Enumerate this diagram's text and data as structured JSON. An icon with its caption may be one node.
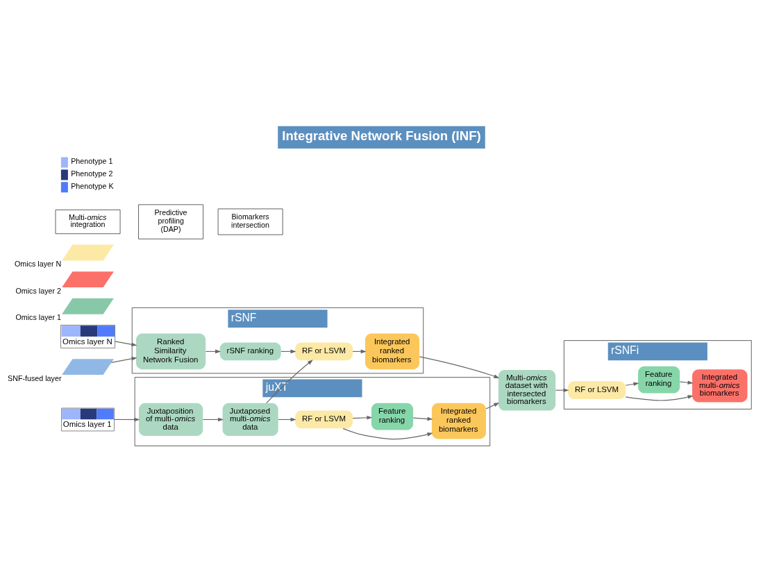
{
  "diagram": {
    "title": "Integrative Network Fusion (INF)",
    "nodes": [
      {
        "text": [
          "juXT"
        ]
      },
      {
        "text": [
          "Juxtaposition of multi-*omics* data"
        ],
        "in": 0
      },
      {
        "text": [
          "Juxtaposed multi-*omics* data"
        ],
        "in": 0
      },
      {
        "text": [
          "RF or LSVM"
        ],
        "in": 0
      },
      {
        "text": [
          "Integrated ranked biomarkers"
        ],
        "in": 0
      },
      {
        "text": [
          "Feature ranking"
        ],
        "in": 0
      },
      {
        "text": [
          "rSNF"
        ]
      },
      {
        "text": [
          "Ranked Similarity Network Fusion"
        ],
        "in": 6
      },
      {
        "text": [
          "rSNF ranking"
        ],
        "in": 6
      },
      {
        "text": [
          "RF or LSVM"
        ],
        "in": 6
      },
      {
        "text": [
          "Integrated ranked biomarkers"
        ],
        "in": 6
      },
      {
        "text": [
          "Multi-*omics* dataset with intersected biomarkers"
        ]
      },
      {
        "text": [
          "rSNFi"
        ]
      },
      {
        "text": [
          "RF or LSVM"
        ],
        "in": 12
      },
      {
        "text": [
          "Integrated multi-*omics* biomarkers"
        ],
        "in": 12
      },
      {
        "text": [
          "Feature ranking"
        ],
        "in": 12
      },
      {
        "text": [
          "Omics layer 1"
        ]
      },
      {
        "text": [
          "Omics layer N"
        ]
      },
      {
        "text": [],
        "shape": "picture",
        "beside": [
          "Omics layer 1"
        ]
      },
      {
        "text": [],
        "shape": "picture",
        "beside": [
          "Omics layer 2"
        ]
      },
      {
        "text": [],
        "shape": "picture",
        "beside": [
          "Omics layer N"
        ]
      },
      {
        "text": [],
        "shape": "picture",
        "beside": [
          "SNF-fused layer"
        ]
      }
    ],
    "edges": [
      {
        "from": 16,
        "to": 1,
        "arrow": "to"
      },
      {
        "from": 1,
        "to": 2,
        "arrow": "to"
      },
      {
        "from": 2,
        "to": 3,
        "arrow": "to"
      },
      {
        "from": 3,
        "to": 5,
        "arrow": "to"
      },
      {
        "from": 5,
        "to": 4,
        "arrow": "to"
      },
      {
        "from": 3,
        "to": 4,
        "arrow": "to"
      },
      {
        "from": 4,
        "to": 11,
        "arrow": "to"
      },
      {
        "from": 17,
        "to": 7,
        "arrow": "to"
      },
      {
        "from": 21,
        "to": 7,
        "arrow": "to"
      },
      {
        "from": 7,
        "to": 8,
        "arrow": "to"
      },
      {
        "from": 8,
        "to": 9,
        "arrow": "to"
      },
      {
        "from": 2,
        "to": 9,
        "arrow": "to"
      },
      {
        "from": 9,
        "to": 10,
        "arrow": "to"
      },
      {
        "from": 10,
        "to": 11,
        "arrow": "to"
      },
      {
        "from": 11,
        "to": 13,
        "arrow": "to"
      },
      {
        "from": 13,
        "to": 15,
        "arrow": "to"
      },
      {
        "from": 15,
        "to": 14,
        "arrow": "to"
      },
      {
        "from": 13,
        "to": 14,
        "arrow": "to"
      }
    ],
    "labels": [
      "Multi-*omics* integration",
      "Predictive profiling (DAP)",
      "Biomarkers intersection"
    ],
    "legend": [
      {
        "text": "Phenotype 1",
        "color": "#9db5fb"
      },
      {
        "text": "Phenotype 2",
        "color": "#283a7c"
      },
      {
        "text": "Phenotype K",
        "color": "#4f7bfc"
      }
    ]
  }
}
